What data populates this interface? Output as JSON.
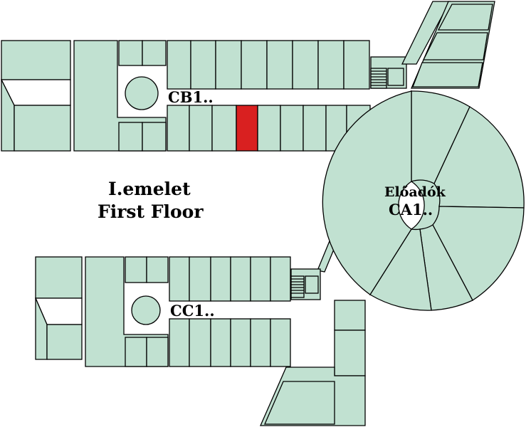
{
  "floor": {
    "title_hu": "I.emelet",
    "title_en": "First Floor"
  },
  "wings": {
    "cb": {
      "label": "CB1.."
    },
    "cc": {
      "label": "CC1.."
    },
    "ca": {
      "label_line1": "Előadók",
      "label_line2": "CA1.."
    }
  },
  "highlight": {
    "color": "#d92020"
  },
  "colors": {
    "room_fill": "#c1e1d1",
    "outline": "#000000",
    "background": "#ffffff"
  }
}
